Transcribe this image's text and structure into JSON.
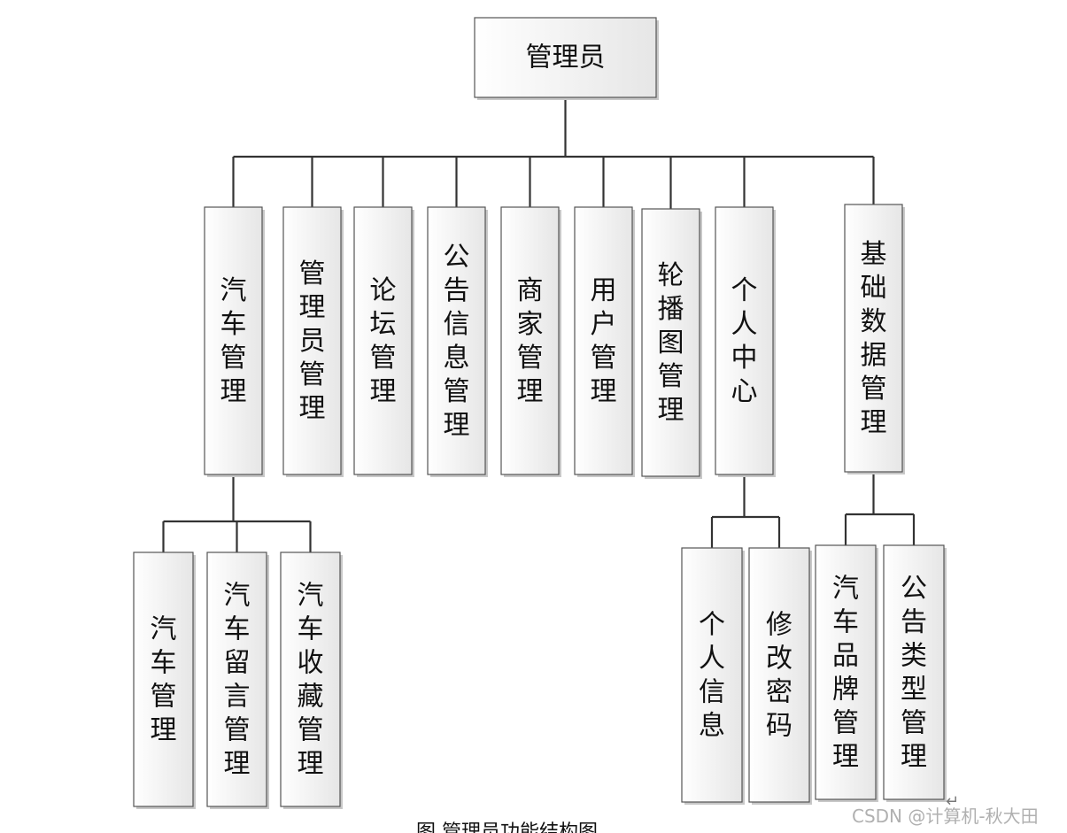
{
  "root": {
    "id": "admin",
    "label": "管理员"
  },
  "level1": [
    {
      "id": "car-mgmt",
      "label": "汽车管理"
    },
    {
      "id": "admin-mgmt",
      "label": "管理员管理"
    },
    {
      "id": "forum-mgmt",
      "label": "论坛管理"
    },
    {
      "id": "notice-mgmt",
      "label": "公告信息管理"
    },
    {
      "id": "merchant-mgmt",
      "label": "商家管理"
    },
    {
      "id": "user-mgmt",
      "label": "用户管理"
    },
    {
      "id": "carousel-mgmt",
      "label": "轮播图管理"
    },
    {
      "id": "personal-center",
      "label": "个人中心"
    },
    {
      "id": "base-data-mgmt",
      "label": "基础数据管理"
    }
  ],
  "level2": [
    {
      "id": "car-mgmt-sub",
      "parent": "car-mgmt",
      "label": "汽车管理"
    },
    {
      "id": "car-message-mgmt",
      "parent": "car-mgmt",
      "label": "汽车留言管理"
    },
    {
      "id": "car-favorite-mgmt",
      "parent": "car-mgmt",
      "label": "汽车收藏管理"
    },
    {
      "id": "personal-info",
      "parent": "personal-center",
      "label": "个人信息"
    },
    {
      "id": "change-password",
      "parent": "personal-center",
      "label": "修改密码"
    },
    {
      "id": "car-brand-mgmt",
      "parent": "base-data-mgmt",
      "label": "汽车品牌管理"
    },
    {
      "id": "notice-type-mgmt",
      "parent": "base-data-mgmt",
      "label": "公告类型管理"
    }
  ],
  "watermark": "CSDN @计算机-秋大田",
  "caption": "图   管理员功能结构图",
  "return_mark": "↵"
}
